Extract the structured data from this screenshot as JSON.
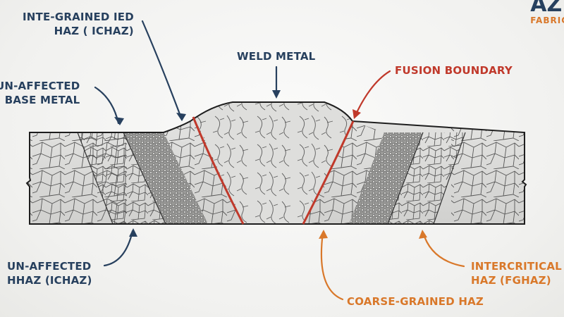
{
  "labels": {
    "intergrained_haz": [
      "INTE-GRAINED IED",
      "HAZ ( ICHAZ)"
    ],
    "unaffected_base": [
      "UN-AFFECTED",
      "BASE METAL"
    ],
    "weld_metal": "WELD METAL",
    "fusion_boundary": "FUSION BOUNDARY",
    "unaffected_hhaz": [
      "UN-AFFECTED",
      "HHAZ (ICHAZ)"
    ],
    "intercritical_haz": [
      "INTERCRITICAL",
      "HAZ (FGHAZ)"
    ],
    "coarse_grained_haz": "COARSE-GRAINED HAZ"
  },
  "logo": {
    "main": "AZ",
    "sub": "FABRIC"
  },
  "colors": {
    "navy": "#27405e",
    "red": "#c0392b",
    "orange": "#d9782a",
    "metal": "#d9d9d7",
    "outline": "#2a2a2a"
  }
}
